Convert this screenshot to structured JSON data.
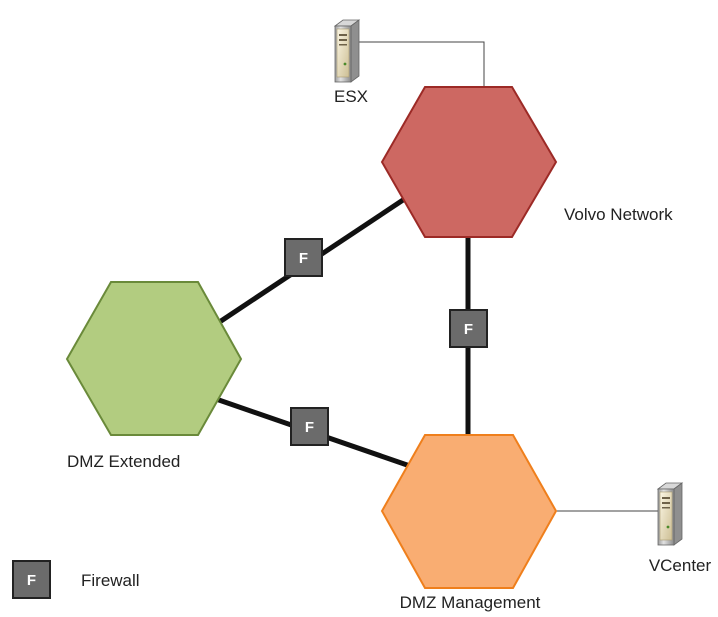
{
  "nodes": {
    "volvo": {
      "label": "Volvo Network",
      "fill": "#cd6862",
      "stroke": "#9c2a26"
    },
    "extended": {
      "label": "DMZ Extended",
      "fill": "#b2cc80",
      "stroke": "#6a8a3a"
    },
    "management": {
      "label": "DMZ Management",
      "fill": "#f9ad72",
      "stroke": "#ef7f1c"
    }
  },
  "servers": {
    "esx": {
      "label": "ESX",
      "icon": "server-icon"
    },
    "vcenter": {
      "label": "VCenter",
      "icon": "server-icon"
    }
  },
  "firewall": {
    "letter": "F",
    "fill": "#6b6b6b",
    "stroke": "#222222"
  },
  "legend": {
    "letter": "F",
    "label": "Firewall"
  }
}
